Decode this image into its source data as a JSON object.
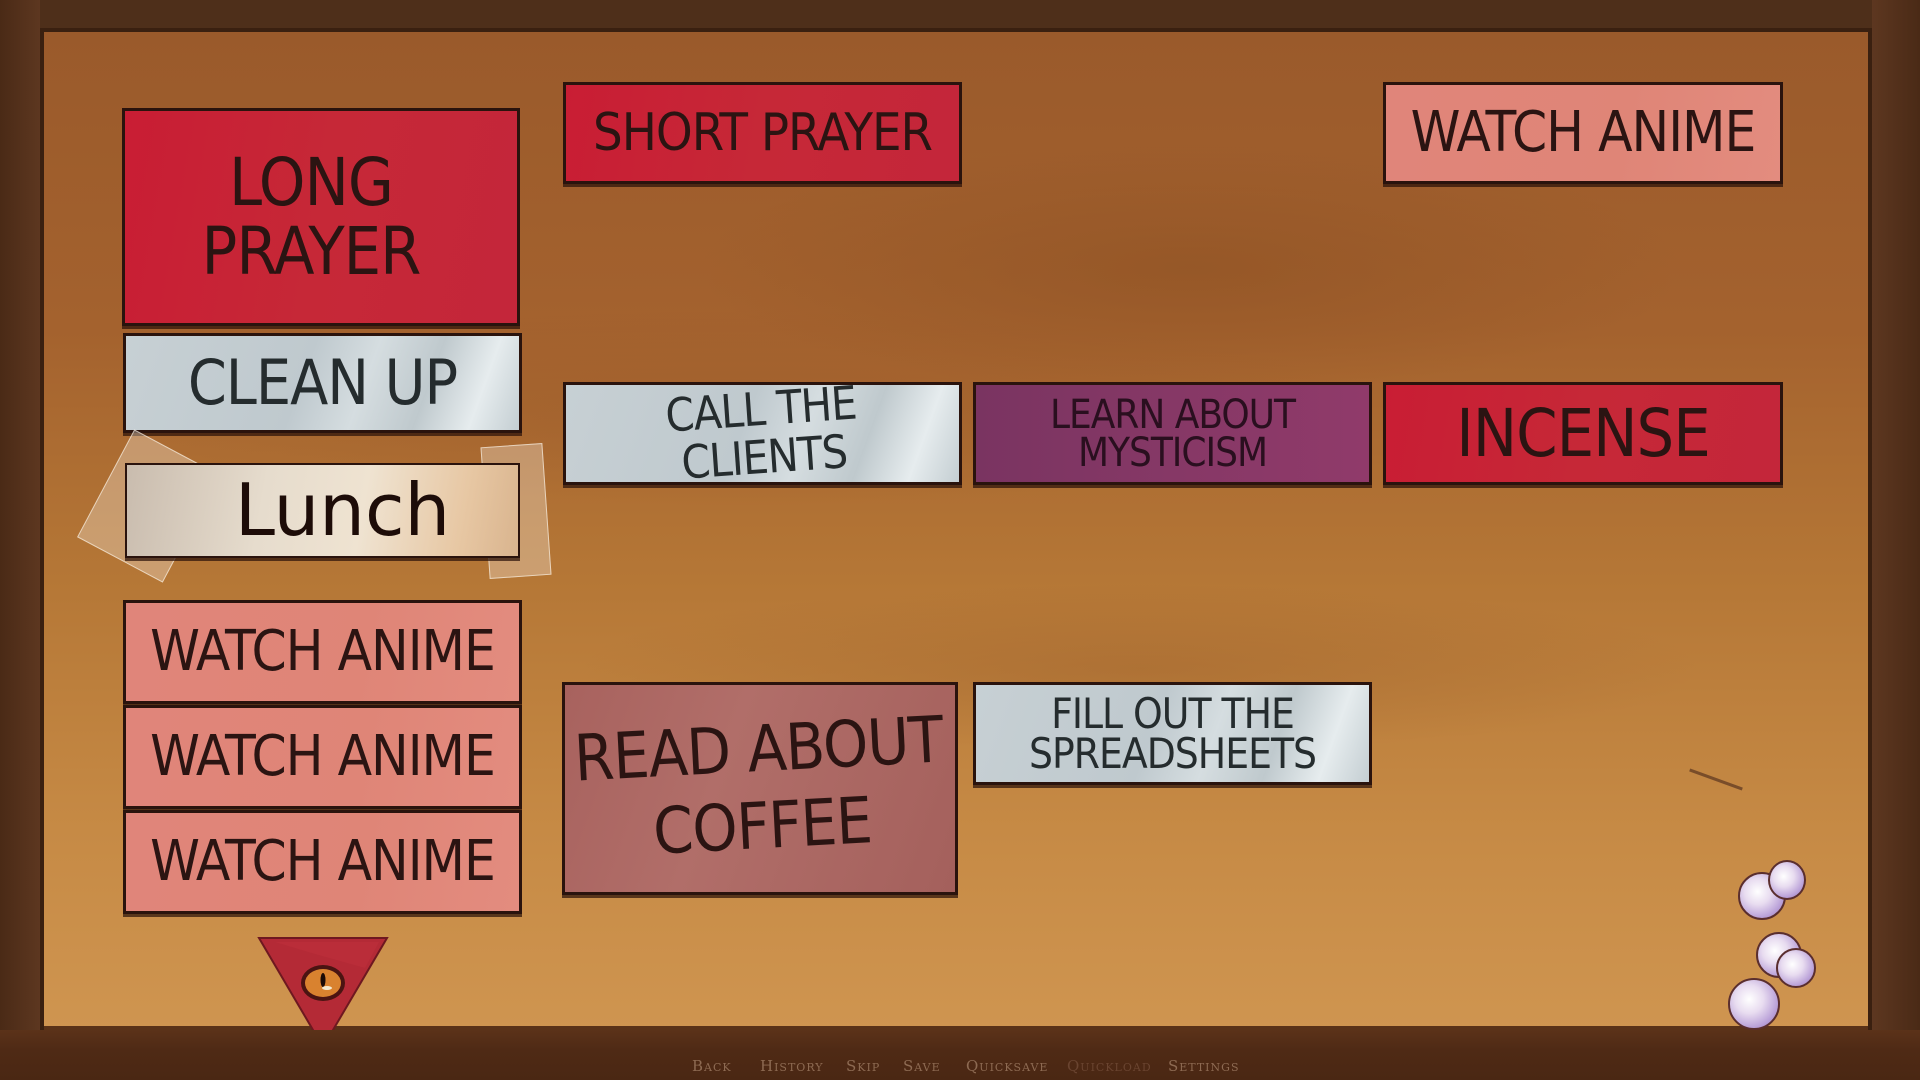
{
  "board": {
    "cards": [
      {
        "id": "long-prayer",
        "label": "LONG\nPRAYER",
        "color": "red"
      },
      {
        "id": "clean-up",
        "label": "CLEAN UP",
        "color": "grey"
      },
      {
        "id": "lunch",
        "label": "Lunch",
        "color": "cream"
      },
      {
        "id": "watch-anime-1",
        "label": "WATCH ANIME",
        "color": "pink"
      },
      {
        "id": "watch-anime-2",
        "label": "WATCH ANIME",
        "color": "pink"
      },
      {
        "id": "watch-anime-3",
        "label": "WATCH ANIME",
        "color": "pink"
      },
      {
        "id": "short-prayer",
        "label": "SHORT PRAYER",
        "color": "red"
      },
      {
        "id": "watch-anime-top",
        "label": "WATCH ANIME",
        "color": "pink"
      },
      {
        "id": "call-the-clients",
        "label": "CALL THE\nCLIENTS",
        "color": "grey"
      },
      {
        "id": "learn-about-mysticism",
        "label": "LEARN ABOUT\nMYSTICISM",
        "color": "purple"
      },
      {
        "id": "incense",
        "label": "INCENSE",
        "color": "red"
      },
      {
        "id": "read-about-coffee",
        "label": "READ ABOUT\nCOFFEE",
        "color": "mauve"
      },
      {
        "id": "fill-out-the-spreadsheets",
        "label": "FILL OUT THE\nSPREADSHEETS",
        "color": "grey"
      }
    ],
    "eye_icon": "all-seeing-eye-triangle-icon",
    "pins_icon": "push-pins-icon"
  },
  "quick_menu": {
    "items": [
      {
        "label": "Back",
        "enabled": true
      },
      {
        "label": "History",
        "enabled": true
      },
      {
        "label": "Skip",
        "enabled": true
      },
      {
        "label": "Save",
        "enabled": true
      },
      {
        "label": "Quicksave",
        "enabled": true
      },
      {
        "label": "Quickload",
        "enabled": false
      },
      {
        "label": "Settings",
        "enabled": true
      }
    ]
  },
  "colors": {
    "red": "#c62837",
    "pink": "#e0857a",
    "grey": "#c7d0d4",
    "purple": "#863866",
    "mauve": "#a8625e",
    "cream": "#e6dccd",
    "board": "#b07235",
    "frame": "#4e2f1a"
  }
}
